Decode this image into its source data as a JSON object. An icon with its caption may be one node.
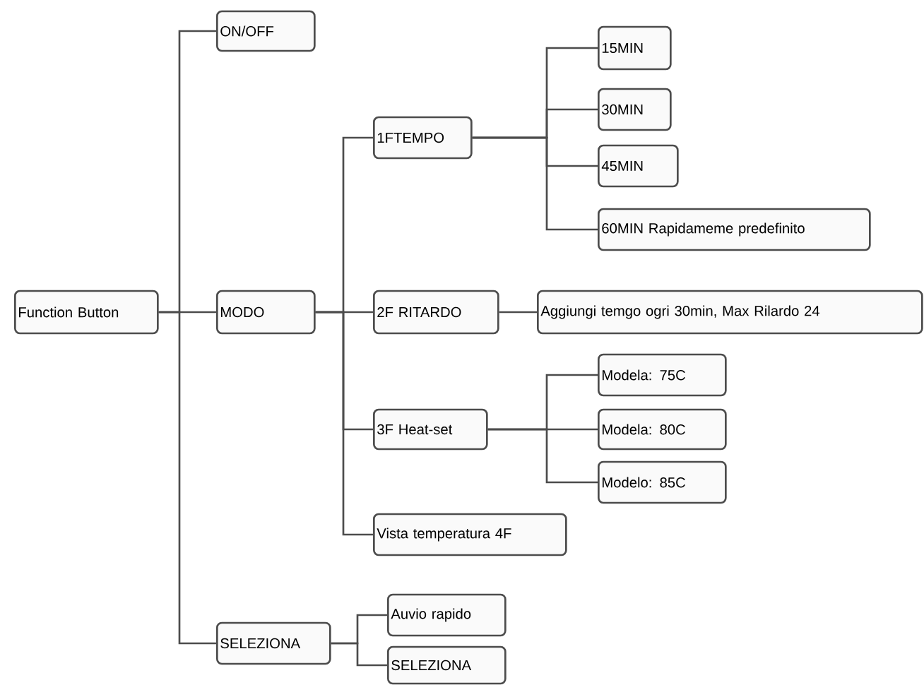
{
  "diagram": {
    "nodes": [
      {
        "text": [
          "Function Button"
        ]
      },
      {
        "text": [
          "ON/OFF"
        ]
      },
      {
        "text": [
          "MODO"
        ]
      },
      {
        "text": [
          "SELEZIONA"
        ]
      },
      {
        "text": [
          "1FTEMPO"
        ]
      },
      {
        "text": [
          "2F RITARDO"
        ]
      },
      {
        "text": [
          "3F Heat-set"
        ]
      },
      {
        "text": [
          "Vista temperatura 4F"
        ]
      },
      {
        "text": [
          "15MIN"
        ]
      },
      {
        "text": [
          "30MIN"
        ]
      },
      {
        "text": [
          "45MIN"
        ]
      },
      {
        "text": [
          "60MIN Rapidameme predefinito"
        ]
      },
      {
        "text": [
          "Aggiungi temgo ogri 30min, Max Rilardo 24"
        ]
      },
      {
        "text": [
          "Modela: 75C"
        ]
      },
      {
        "text": [
          "Modela: 80C"
        ]
      },
      {
        "text": [
          "Modelo: 85C"
        ]
      },
      {
        "text": [
          "Auvio rapido"
        ]
      },
      {
        "text": [
          "SELEZIONA"
        ]
      }
    ],
    "edges": [
      {
        "from": 0,
        "to": 1,
        "arrow": "none"
      },
      {
        "from": 0,
        "to": 2,
        "arrow": "none"
      },
      {
        "from": 0,
        "to": 3,
        "arrow": "none"
      },
      {
        "from": 2,
        "to": 4,
        "arrow": "none"
      },
      {
        "from": 2,
        "to": 5,
        "arrow": "none"
      },
      {
        "from": 2,
        "to": 6,
        "arrow": "none"
      },
      {
        "from": 2,
        "to": 7,
        "arrow": "none"
      },
      {
        "from": 4,
        "to": 8,
        "arrow": "none"
      },
      {
        "from": 4,
        "to": 9,
        "arrow": "none"
      },
      {
        "from": 4,
        "to": 10,
        "arrow": "none"
      },
      {
        "from": 4,
        "to": 11,
        "arrow": "none"
      },
      {
        "from": 5,
        "to": 12,
        "arrow": "none"
      },
      {
        "from": 6,
        "to": 13,
        "arrow": "none"
      },
      {
        "from": 6,
        "to": 14,
        "arrow": "none"
      },
      {
        "from": 6,
        "to": 15,
        "arrow": "none"
      },
      {
        "from": 3,
        "to": 16,
        "arrow": "none"
      },
      {
        "from": 3,
        "to": 17,
        "arrow": "none"
      }
    ]
  }
}
